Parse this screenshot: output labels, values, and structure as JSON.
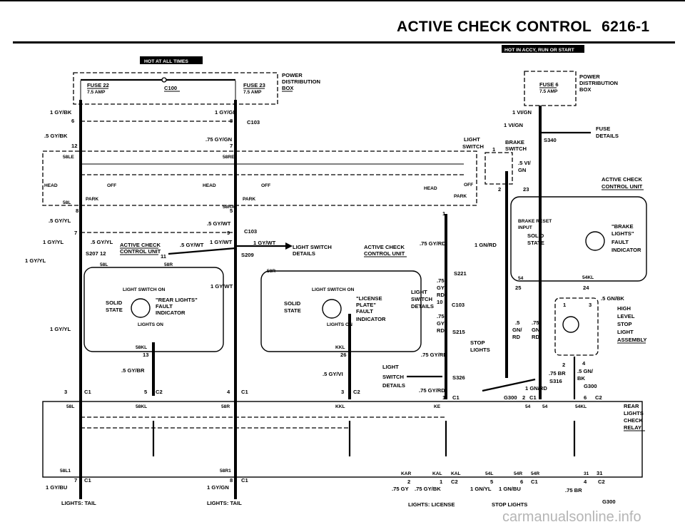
{
  "header": {
    "title": "ACTIVE CHECK CONTROL",
    "page_number": "6216-1"
  },
  "banners": {
    "left": "HOT AT ALL TIMES",
    "right": "HOT IN ACCY, RUN OR START"
  },
  "power_dist": {
    "left": {
      "fuse_a": "FUSE 22",
      "fuse_a_amp": "7.5 AMP",
      "conn": "C100",
      "fuse_b": "FUSE 23",
      "fuse_b_amp": "7.5 AMP"
    },
    "label_l1": "POWER",
    "label_l2": "DISTRIBUTION",
    "label_l3": "BOX",
    "right": {
      "fuse": "FUSE 6",
      "fuse_amp": "7.5 AMP"
    }
  },
  "wires": {
    "w1": "1 GY/BK",
    "w2": "1 GY/GN",
    "w3": ".5 GY/BK",
    "w4": ".75 GY/GN",
    "w5": ".5 GY/YL",
    "w6": ".5 GY/WT",
    "w7": "1 GY/YL",
    "w8": ".5 GY/YL",
    "w9": ".5 GY/WT",
    "w10": "1 GY/WT",
    "w11": "1 GY/WT",
    "w12": "1 GY/YL",
    "w13": "1 GY/WT",
    "w14": "1 GY/YL",
    "w15": ".5 GY/BR",
    "w16": ".5 GY/VI",
    "w17": ".75 GY/RD",
    "w18": ".75 GY/RD",
    "w19": ".75 GY/RD",
    "w20": "1 GN/RD",
    "w21": "1 VI/GN",
    "w22": "1 VI/GN",
    "w23": ".5 VI/",
    "w23b": "GN",
    "w24": ".5 GN/BK",
    "w25": ".75 BR",
    "w26": ".5 GN/",
    "w26b": "BK",
    "w27": "1 GN/RD",
    "w28": "1 GY/BU",
    "w29": "1 GY/GN",
    "w30": ".75 GY",
    "w31": ".75 GY/BK",
    "w32": "1 GN/YL",
    "w33": "1 GN/BU",
    "w34": ".75 BR",
    "w35": ".75",
    "w36": "GY/",
    "w37": "RD",
    "w38": ".75",
    "w39": "GY/",
    "w40": "RD",
    "w41": ".5",
    "w42": "GN/",
    "w43": "RD",
    "w44": ".75",
    "w45": "GN/",
    "w46": "RD",
    "w47": "1 GY/YL"
  },
  "connectors": {
    "c103a": "C103",
    "c103b": "C103",
    "c103c": "C103",
    "s207": "S207",
    "s209": "S209",
    "s221": "S221",
    "s215": "S215",
    "s326": "S326",
    "s340": "S340",
    "s316": "S316",
    "g300a": "G300",
    "g300b": "G300",
    "c1a": "C1",
    "c2a": "C2",
    "c1b": "C1",
    "c2b": "C2",
    "c1c": "C1",
    "c1d": "C1",
    "c2c": "C2",
    "c1e": "C1",
    "c1f": "C1",
    "c2d": "C2",
    "c2e": "C2",
    "c1g": "C1",
    "c2f": "C2"
  },
  "pins": {
    "p6": "6",
    "p8": "8",
    "p12": "12",
    "p7": "7",
    "p8b": "8",
    "p5": "5",
    "p7b": "7",
    "p9": "9",
    "p11": "11",
    "p12b": "12",
    "p13": "13",
    "p26": "26",
    "p1": "1",
    "p10": "10",
    "p3": "3",
    "p5b": "5",
    "p4": "4",
    "p3b": "3",
    "p1b": "1",
    "p2": "2",
    "p6b": "6",
    "p7c": "7",
    "p8c": "8",
    "p2b": "2",
    "p1c": "1",
    "p5c": "5",
    "p6c": "6",
    "p4b": "4",
    "p1d": "1",
    "p23": "23",
    "p2c": "2",
    "p25": "25",
    "p24": "24",
    "p1e": "1",
    "p3c": "3",
    "p2d": "2",
    "p4c": "4",
    "p2e": "2",
    "p31": "31",
    "p31b": "31"
  },
  "terminals": {
    "t58le": "58LE",
    "t58re": "58RE",
    "t58l": "58L",
    "t58ra": "58RA",
    "t58l2": "58L",
    "t58r": "58R",
    "t58r2": "58R",
    "t58kl": "58KL",
    "tkkl": "KKL",
    "t58l3": "58L",
    "t58kl2": "58KL",
    "t58r3": "58R",
    "tkkl2": "KKL",
    "tke": "KE",
    "t54": "54",
    "t54b": "54",
    "t54kl": "54KL",
    "t58l1": "58L1",
    "t58r1": "58R1",
    "tkar": "KAR",
    "tkal": "KAL",
    "tkal2": "KAL",
    "t54l": "54L",
    "t54r": "54R",
    "t54r2": "54R",
    "t31": "31",
    "t54kl2": "54KL",
    "t54b2": "54"
  },
  "switch": {
    "head": "HEAD",
    "off": "OFF",
    "park": "PARK",
    "head2": "HEAD",
    "off2": "OFF",
    "park2": "PARK",
    "head3": "HEAD",
    "off3": "OFF",
    "park3": "PARK"
  },
  "labels": {
    "light_switch": "LIGHT",
    "light_switch2": "SWITCH",
    "acu_a": "ACTIVE CHECK",
    "acu_a2": "CONTROL UNIT",
    "ls_details": "LIGHT SWITCH",
    "ls_details2": "DETAILS",
    "acu_b": "ACTIVE CHECK",
    "acu_b2": "CONTROL UNIT",
    "light_sw_details_l1": "LIGHT",
    "light_sw_details_l2": "SWITCH",
    "light_sw_details_l3": "DETAILS",
    "lsw_on": "LIGHT SWITCH ON",
    "solid": "SOLID",
    "state": "STATE",
    "rear_lights": "\"REAR LIGHTS\"",
    "fault": "FAULT",
    "indicator": "INDICATOR",
    "lights_on": "LIGHTS ON",
    "lsw_on2": "LIGHT SWITCH ON",
    "solid2": "SOLID",
    "state2": "STATE",
    "license": "\"LICENSE",
    "plate": "PLATE\"",
    "fault2": "FAULT",
    "indicator2": "INDICATOR",
    "lights_on2": "LIGHTS ON",
    "lsr1": "LIGHT",
    "lsr2": "SWITCH",
    "lsr3": "DETAILS",
    "lsr4": "LIGHT",
    "lsr5": "SWITCH",
    "lsr6": "DETAILS",
    "stop_lights": "STOP",
    "stop_lights2": "LIGHTS",
    "fuse_details": "FUSE",
    "fuse_details2": "DETAILS",
    "brake_switch": "BRAKE",
    "brake_switch2": "SWITCH",
    "acu_c": "ACTIVE CHECK",
    "acu_c2": "CONTROL UNIT",
    "brake_reset": "BRAKE RESET",
    "brake_reset2": "INPUT",
    "solid3": "SOLID",
    "state3": "STATE",
    "brake_lights": "\"BRAKE",
    "brake_lights2": "LIGHTS\"",
    "fault3": "FAULT",
    "indicator3": "INDICATOR",
    "high_level": "HIGH",
    "high_level2": "LEVEL",
    "high_level3": "STOP",
    "high_level4": "LIGHT",
    "high_level5": "ASSEMBLY",
    "rear_relay": "REAR",
    "rear_relay2": "LIGHTS",
    "rear_relay3": "CHECK",
    "rear_relay4": "RELAY",
    "lights_tail_l": "LIGHTS: TAIL",
    "lights_tail_r": "LIGHTS: TAIL",
    "lights_license": "LIGHTS: LICENSE",
    "stop_lights_b": "STOP LIGHTS"
  },
  "watermark": "carmanualsonline.info"
}
